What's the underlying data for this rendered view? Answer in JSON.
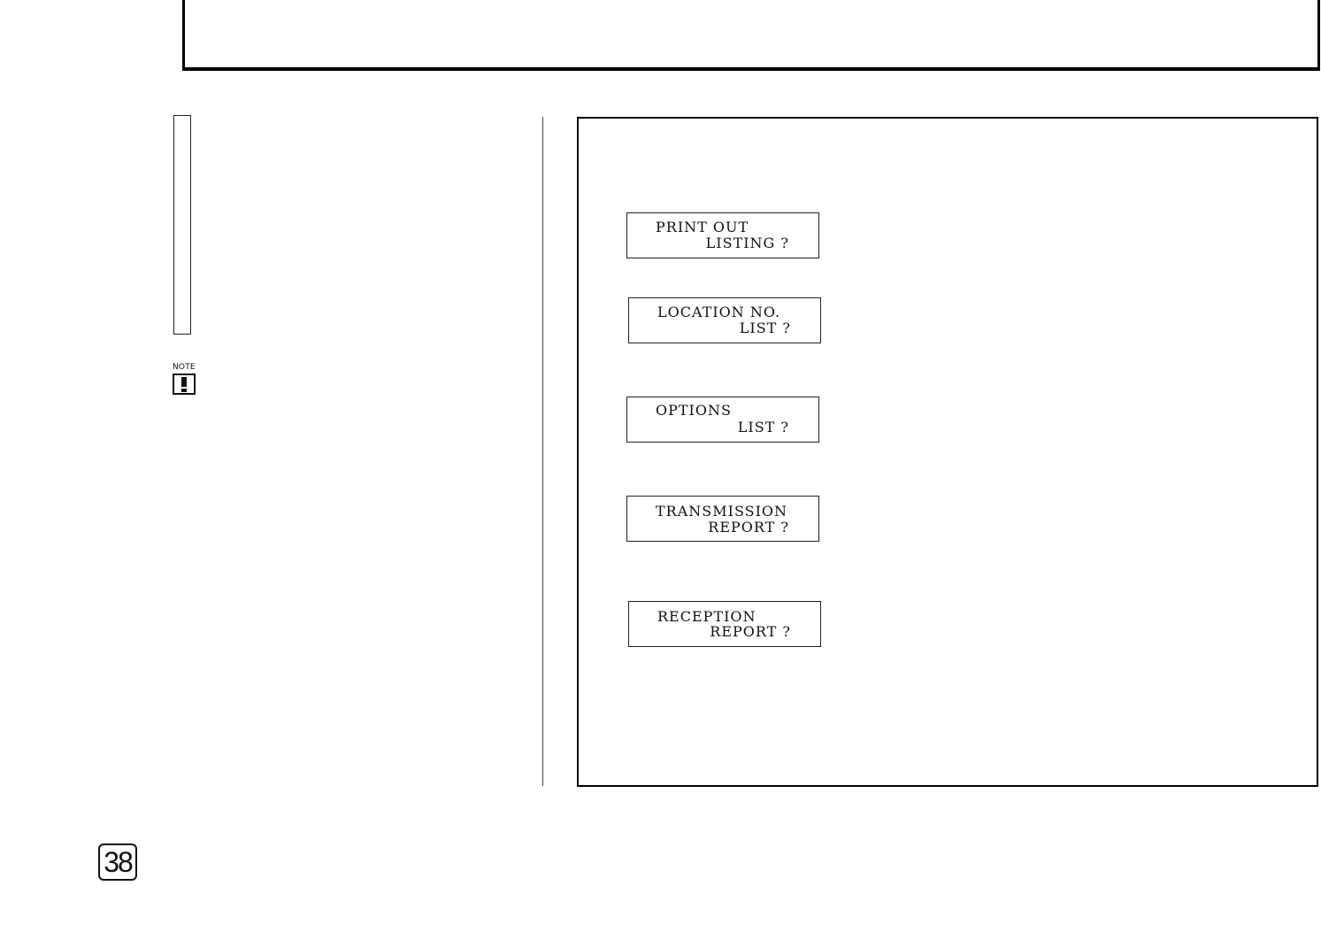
{
  "note": {
    "label": "NOTE",
    "icon": "exclamation-icon"
  },
  "displays": [
    {
      "line1": "PRINT OUT",
      "line2": "LISTING ?"
    },
    {
      "line1": "LOCATION NO.",
      "line2": "LIST ?"
    },
    {
      "line1": "OPTIONS",
      "line2": "LIST ?"
    },
    {
      "line1": "TRANSMISSION",
      "line2": "REPORT ?"
    },
    {
      "line1": "RECEPTION",
      "line2": "REPORT ?"
    }
  ],
  "page_number": "38"
}
